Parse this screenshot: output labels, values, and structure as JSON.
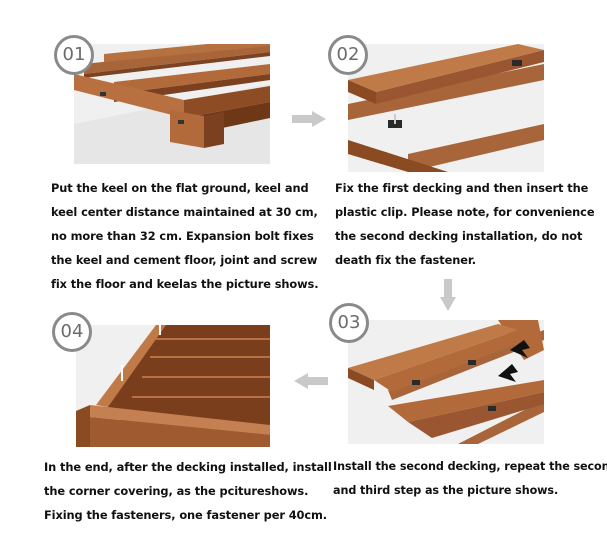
{
  "steps": [
    {
      "number": "01",
      "lines": [
        "Put the keel on the flat ground, keel and",
        "keel center distance maintained at 30 cm,",
        "no more than 32 cm. Expansion bolt fixes",
        "the keel and cement floor, joint and screw",
        "fix the floor and keelas the picture shows."
      ]
    },
    {
      "number": "02",
      "lines": [
        "Fix the first decking and then insert the",
        "plastic clip. Please note, for convenience",
        "the second decking installation, do not",
        "death fix the fastener."
      ]
    },
    {
      "number": "03",
      "lines": [
        "Install the second decking, repeat the second",
        "and third step as the picture shows."
      ]
    },
    {
      "number": "04",
      "lines": [
        "In the end, after the decking installed, install",
        "the corner covering, as the pcitureshows.",
        "Fixing the fasteners, one fastener per 40cm."
      ]
    }
  ],
  "colors": {
    "wood_top": "#b26a3a",
    "wood_side": "#8a4a22",
    "wood_dark": "#6e3817",
    "panel_bg": "#f2f2f2",
    "arrow": "#c9c9c9",
    "badge_border": "#8a8a8a"
  }
}
